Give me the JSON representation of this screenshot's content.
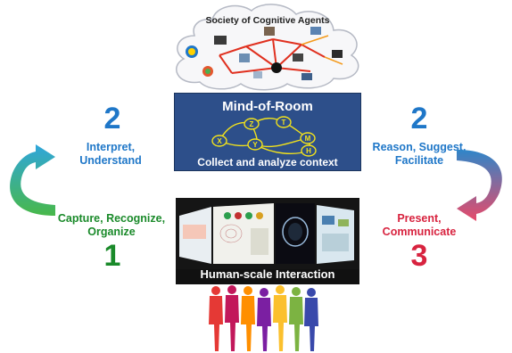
{
  "cloud": {
    "title": "Society of Cognitive Agents"
  },
  "mind_of_room": {
    "title": "Mind-of-Room",
    "subtitle": "Collect and analyze context",
    "nodes": [
      "Z",
      "T",
      "X",
      "Y",
      "M",
      "H"
    ]
  },
  "left_top": {
    "number": "2",
    "text_line1": "Interpret,",
    "text_line2": "Understand"
  },
  "right_top": {
    "number": "2",
    "text_line1": "Reason, Suggest,",
    "text_line2": "Facilitate"
  },
  "left_bottom": {
    "number": "1",
    "text_line1": "Capture, Recognize,",
    "text_line2": "Organize"
  },
  "right_bottom": {
    "number": "3",
    "text_line1": "Present,",
    "text_line2": "Communicate"
  },
  "interaction": {
    "label": "Human-scale Interaction"
  },
  "colors": {
    "blue": "#1f77c8",
    "green": "#1a8a2a",
    "red": "#d8233f",
    "box_blue": "#2d4f8a",
    "node_yellow": "#f2e21c"
  }
}
